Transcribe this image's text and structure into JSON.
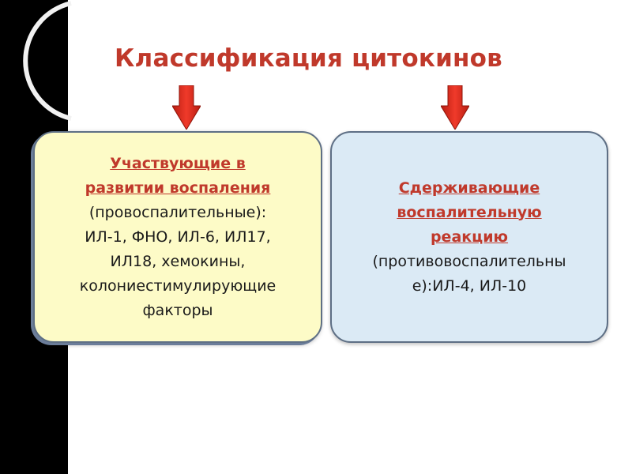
{
  "title": "Классификация цитокинов",
  "colors": {
    "title": "#c0392b",
    "arrow": "#e8291c",
    "left_card_bg": "#fdfbc7",
    "right_card_bg": "#dbeaf5",
    "card_border": "#5e6f85"
  },
  "left_card": {
    "heading_line1": "Участвующие в",
    "heading_line2": "развитии воспаления",
    "body_line1": "(провоспалительные):",
    "body_line2": "ИЛ-1, ФНО, ИЛ-6, ИЛ17,",
    "body_line3": "ИЛ18, хемокины,",
    "body_line4": "колониестимулирующие",
    "body_line5": "факторы"
  },
  "right_card": {
    "heading_line1": "Сдерживающие",
    "heading_line2": "воспалительную",
    "heading_line3": "реакцию",
    "body_line1": "(противовоспалительны",
    "body_line2": "е):ИЛ-4, ИЛ-10"
  },
  "icons": {
    "left_arrow": "down-arrow-icon",
    "right_arrow": "down-arrow-icon"
  }
}
